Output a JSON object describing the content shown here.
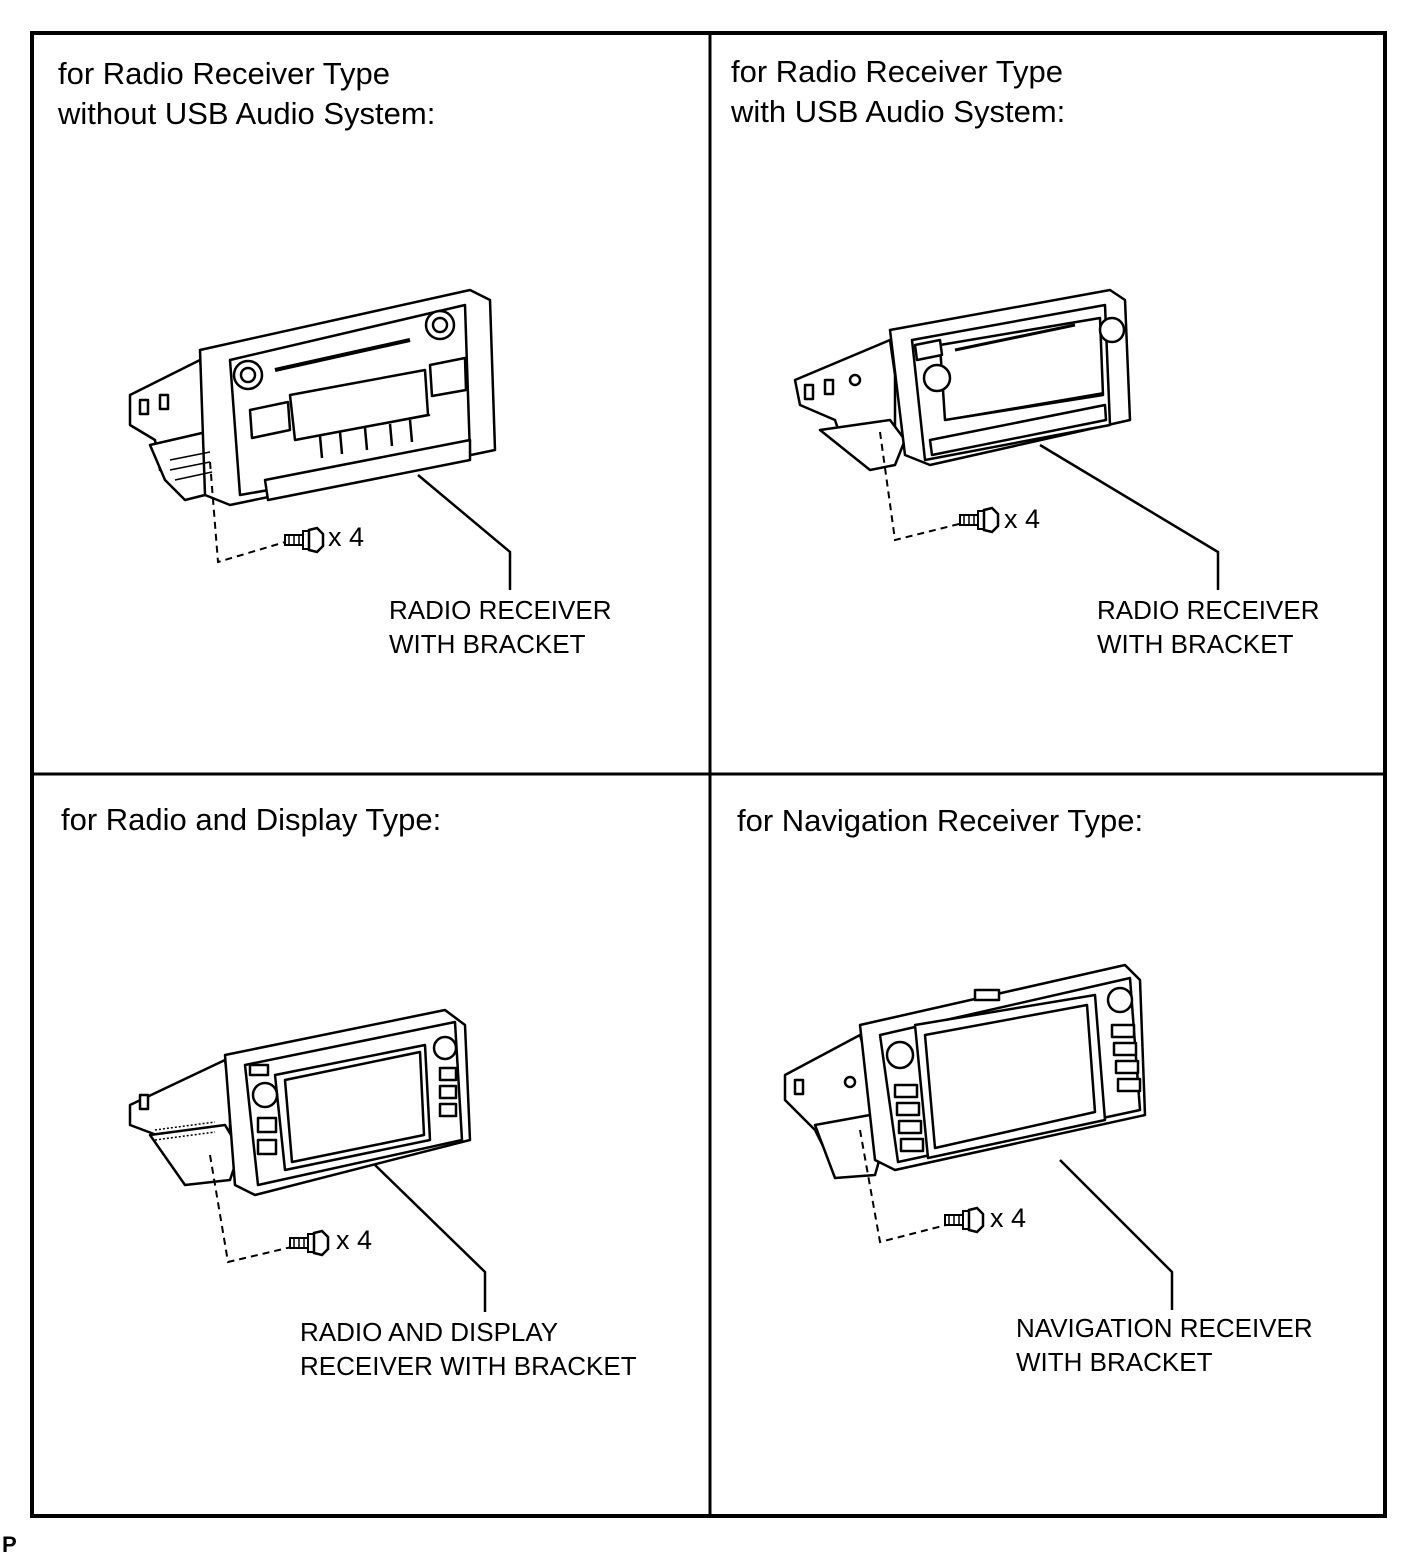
{
  "panels": [
    {
      "title_line1": "for Radio Receiver Type",
      "title_line2": "without USB Audio System:",
      "label_line1": "RADIO RECEIVER",
      "label_line2": "WITH BRACKET",
      "bolt_qty": "x 4"
    },
    {
      "title_line1": "for Radio Receiver Type",
      "title_line2": "with USB Audio System:",
      "label_line1": "RADIO RECEIVER",
      "label_line2": "WITH BRACKET",
      "bolt_qty": "x 4"
    },
    {
      "title_line1": "for Radio and Display Type:",
      "label_line1": "RADIO AND DISPLAY",
      "label_line2": "RECEIVER WITH BRACKET",
      "bolt_qty": "x 4"
    },
    {
      "title_line1": "for Navigation Receiver Type:",
      "label_line1": "NAVIGATION RECEIVER",
      "label_line2": "WITH BRACKET",
      "bolt_qty": "x 4"
    }
  ],
  "figure_id": "P"
}
